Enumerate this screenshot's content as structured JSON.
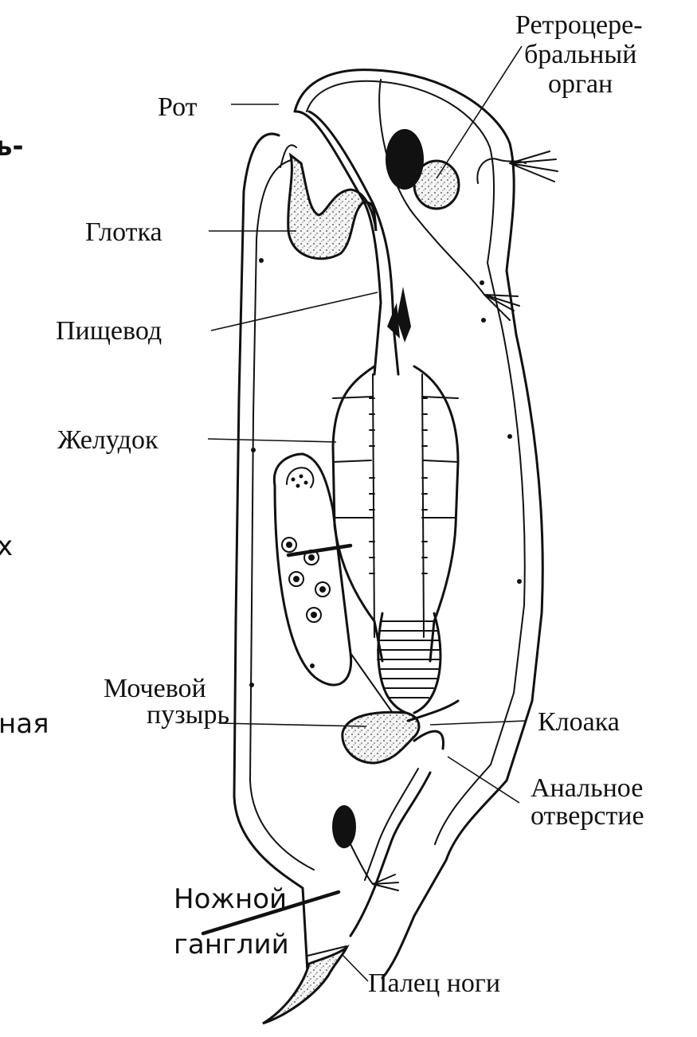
{
  "labels": {
    "retrocerebral_1": "Ретроцере-",
    "retrocerebral_2": "бральный",
    "retrocerebral_3": "орган",
    "mouth": "Рот",
    "pharynx": "Глотка",
    "esophagus": "Пищевод",
    "stomach": "Желудок",
    "bladder_1": "Мочевой",
    "bladder_2": "пузырь",
    "cloaca": "Клоака",
    "anus_1": "Анальное",
    "anus_2": "отверстие",
    "toe": "Палец ноги"
  },
  "overlay": {
    "cut_top": "ь-",
    "cut_left_1": "х",
    "cut_left_2": "ная",
    "foot_ganglion_1": "Ножной",
    "foot_ganglion_2": "ганглий"
  }
}
